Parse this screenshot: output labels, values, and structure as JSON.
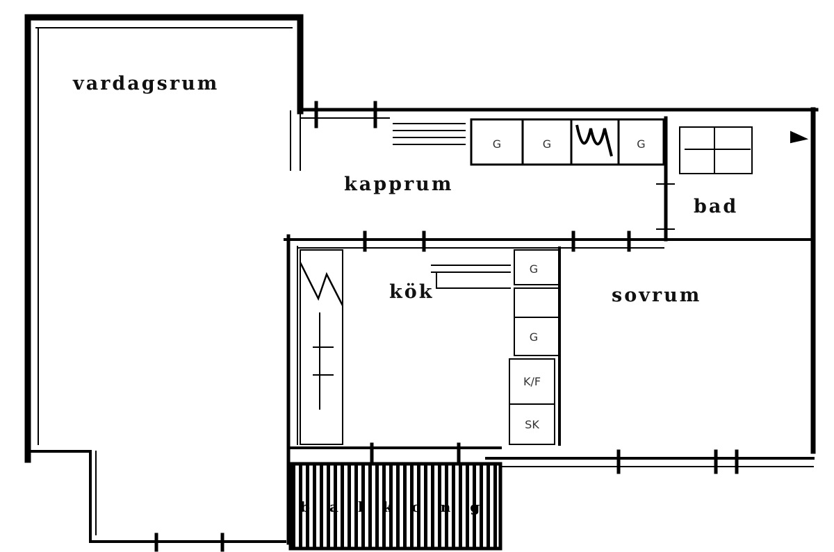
{
  "rooms": {
    "living_room": "vardagsrum",
    "hall": "kapprum",
    "bathroom": "bad",
    "kitchen": "kök",
    "bedroom": "sovrum",
    "balcony": "balkong"
  },
  "fixtures": {
    "hall_cabinet_1": "G",
    "hall_cabinet_2": "G",
    "hall_cabinet_3": "G",
    "kitchen_cabinet_1": "G",
    "kitchen_cabinet_2": "G",
    "fridge_freezer": "K/F",
    "cabinet_sk": "SK"
  },
  "colors": {
    "ink": "#000000",
    "paper": "#ffffff"
  }
}
